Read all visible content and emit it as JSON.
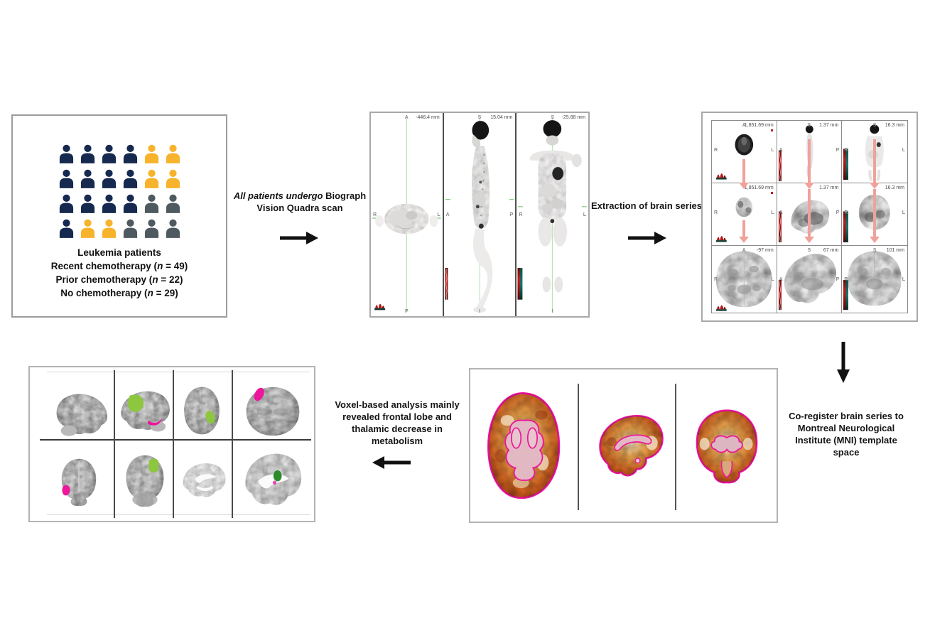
{
  "palette": {
    "navy": "#16294e",
    "yellow": "#f7b32b",
    "slate": "#4e5a5f",
    "arrow": "#111111",
    "salmon": "#f0a29a",
    "magenta": "#ed169c",
    "green": "#8dc63f",
    "panel_border": "#a6a6a6",
    "crosshair_green": "#a5d6a5",
    "colorbar_red": "#b21616",
    "colorbar_teal": "#15776a"
  },
  "patients_panel": {
    "icon_rows": [
      [
        "navy",
        "navy",
        "navy",
        "navy",
        "yellow",
        "yellow"
      ],
      [
        "navy",
        "navy",
        "navy",
        "navy",
        "yellow",
        "yellow"
      ],
      [
        "navy",
        "navy",
        "navy",
        "navy",
        "slate",
        "slate"
      ],
      [
        "navy",
        "yellow",
        "yellow",
        "slate",
        "slate",
        "slate"
      ]
    ],
    "caption_title": "Leukemia patients",
    "caption_lines": [
      {
        "pre": "Recent chemotherapy (",
        "n": "n",
        "post": " = 49)"
      },
      {
        "pre": "Prior chemotherapy (",
        "n": "n",
        "post": " = 22)"
      },
      {
        "pre": "No chemotherapy (",
        "n": "n",
        "post": " = 29)"
      }
    ]
  },
  "steps": {
    "scan": {
      "italic": "All patients undergo",
      "rest": " Biograph Vision Quadra scan"
    },
    "extraction": "Extraction of brain series",
    "coregister": "Co-register brain series to Montreal Neurological Institute (MNI) template space",
    "voxel": "Voxel-based analysis mainly revealed frontal lobe and thalamic decrease in metabolism"
  },
  "scan_panel": {
    "views": [
      {
        "top": "A",
        "value": "-446.4 mm",
        "left": "R",
        "right": "L",
        "bottom": "P"
      },
      {
        "top": "S",
        "value": "15.04 mm",
        "left": "A",
        "right": "P",
        "bottom": "I"
      },
      {
        "top": "S",
        "value": "-25.88 mm",
        "left": "R",
        "right": "L",
        "bottom": "I"
      }
    ]
  },
  "series_panel": {
    "rows": [
      [
        {
          "top": "A",
          "value": "1,851.69 mm",
          "left": "R",
          "right": "L"
        },
        {
          "top": "S",
          "value": "1.37 mm",
          "left": "A",
          "right": "P"
        },
        {
          "top": "S",
          "value": "16.3 mm",
          "left": "R",
          "right": "L"
        }
      ],
      [
        {
          "top": "",
          "value": "1,851.69 mm",
          "left": "R",
          "right": "L"
        },
        {
          "top": "",
          "value": "1.37 mm",
          "left": "A",
          "right": "P"
        },
        {
          "top": "",
          "value": "16.3 mm",
          "left": "R",
          "right": "L"
        }
      ],
      [
        {
          "top": "A",
          "value": "-97 mm",
          "left": "R",
          "right": "L"
        },
        {
          "top": "S",
          "value": "67 mm",
          "left": "A",
          "right": "P"
        },
        {
          "top": "S",
          "value": "101 mm",
          "left": "R",
          "right": "L"
        }
      ]
    ]
  }
}
